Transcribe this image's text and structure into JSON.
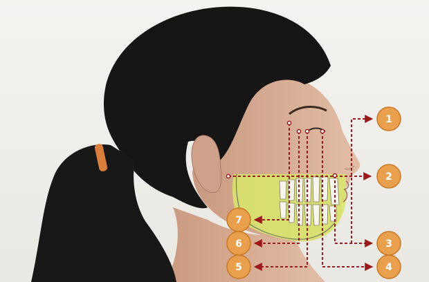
{
  "colors": {
    "background": "#f2f1ee",
    "leader_line": "#9b1b1b",
    "badge_fill": "#e8a04e",
    "badge_stroke": "#c87824",
    "badge_text": "#ffffff",
    "highlight": "#d8e86c",
    "hair": "#151515",
    "skin": "#dcb39b",
    "tie": "#d97e3c"
  },
  "callouts": [
    {
      "label": "1"
    },
    {
      "label": "2"
    },
    {
      "label": "3"
    },
    {
      "label": "4"
    },
    {
      "label": "5"
    },
    {
      "label": "6"
    },
    {
      "label": "7"
    }
  ]
}
